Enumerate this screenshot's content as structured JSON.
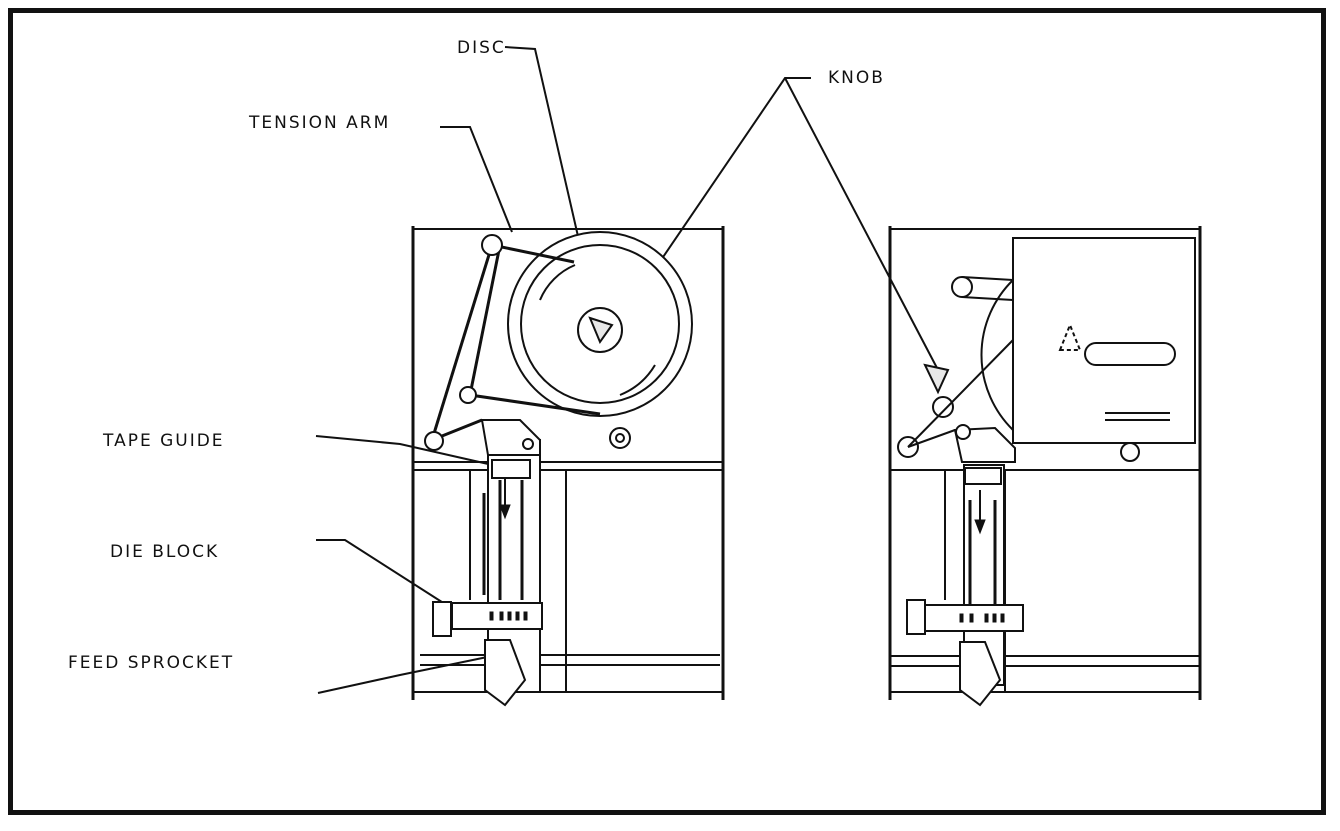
{
  "labels": {
    "disc": "DISC",
    "tension_arm": "TENSION ARM",
    "knob": "KNOB",
    "tape_guide": "TAPE GUIDE",
    "die_block": "DIE BLOCK",
    "feed_sprocket": "FEED SPROCKET"
  }
}
